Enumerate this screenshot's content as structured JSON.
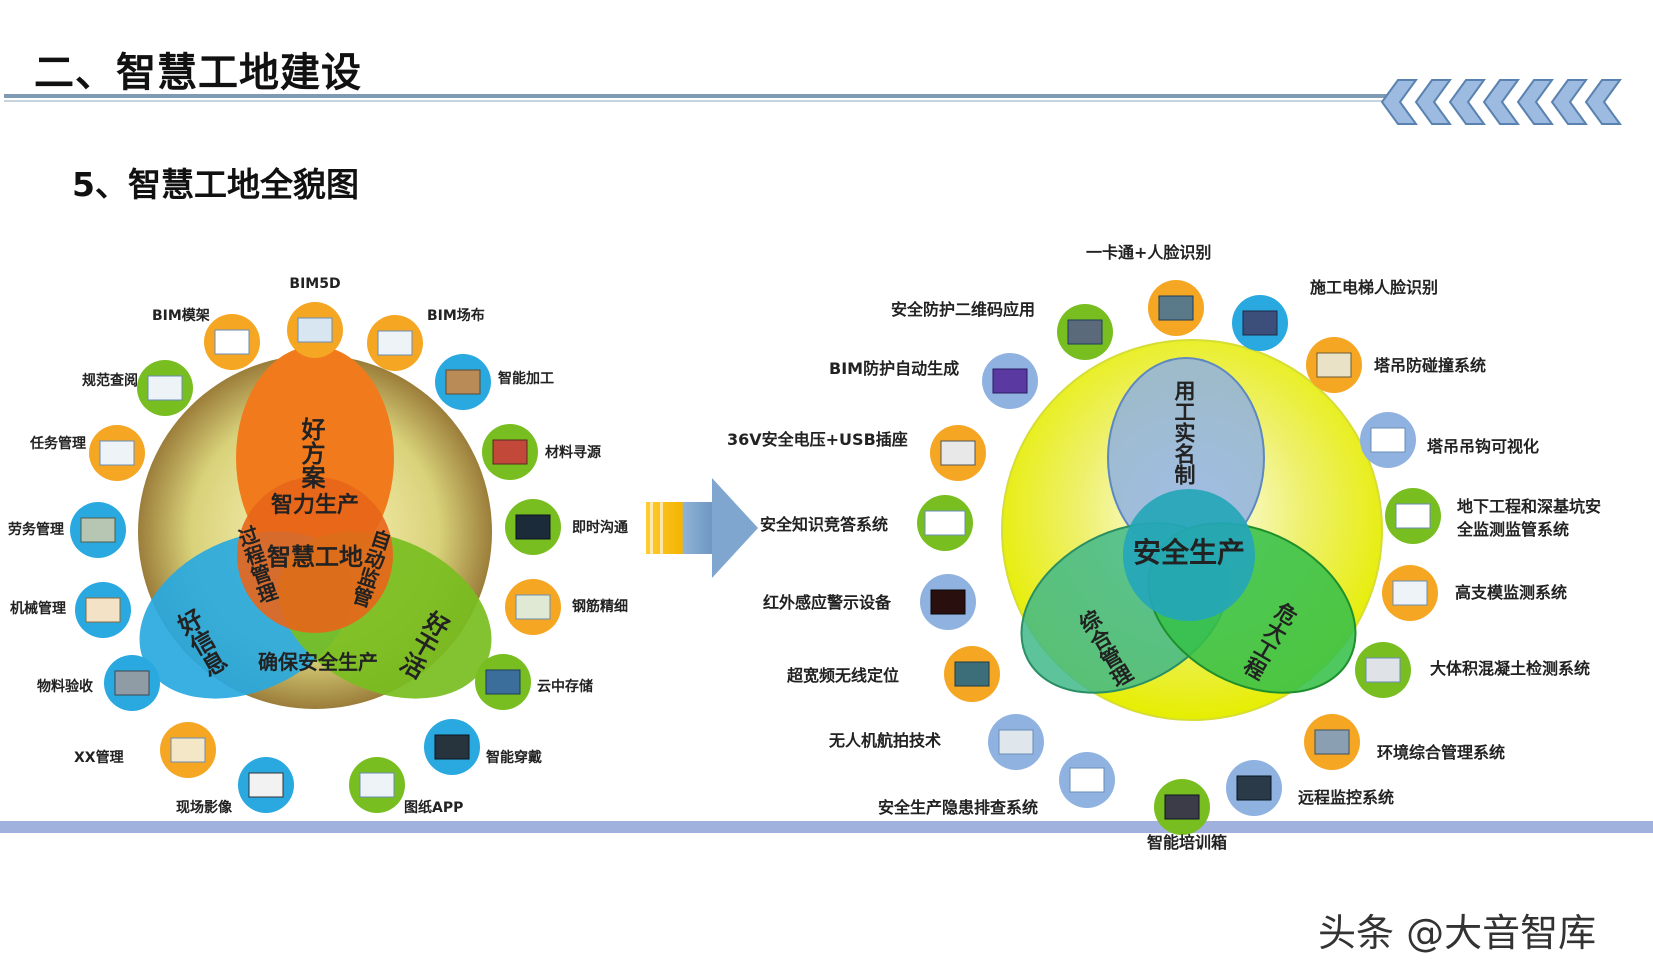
{
  "header": {
    "title": "二、智慧工地建设",
    "subtitle": "5、智慧工地全貌图"
  },
  "left_diagram": {
    "center": "智慧工地",
    "top_ellipse": "好方案",
    "top_ellipse_label": "智力生产",
    "left_ellipse_label": "好信息",
    "right_ellipse_label": "好干活",
    "left_arc": "过程管理",
    "right_arc": "自动监管",
    "bottom": "确保安全生产",
    "modules": [
      "BIM5D",
      "BIM场布",
      "智能加工",
      "材料寻源",
      "即时沟通",
      "钢筋精细",
      "云中存储",
      "智能穿戴",
      "图纸APP",
      "现场影像",
      "XX管理",
      "物料验收",
      "机械管理",
      "劳务管理",
      "任务管理",
      "规范查阅",
      "BIM模架"
    ]
  },
  "right_diagram": {
    "center": "安全生产",
    "top": "用工实名制",
    "left": "综合管理",
    "right": "危大工程",
    "modules": [
      "一卡通+人脸识别",
      "施工电梯人脸识别",
      "塔吊防碰撞系统",
      "塔吊吊钩可视化",
      "地下工程和深基坑安",
      "全监测监管系统",
      "高支模监测系统",
      "大体积混凝土检测系统",
      "环境综合管理系统",
      "远程监控系统",
      "智能培训箱",
      "安全生产隐患排查系统",
      "无人机航拍技术",
      "超宽频无线定位",
      "红外感应警示设备",
      "安全知识竞答系统",
      "36V安全电压+USB插座",
      "BIM防护自动生成",
      "安全防护二维码应用"
    ]
  },
  "footer": {
    "watermark": "头条 @大音智库"
  },
  "colors": {
    "orange": "#f07a1c",
    "blue": "#29a9e0",
    "green": "#78be20",
    "yellow": "#f2f200",
    "red": "#e0201b"
  }
}
